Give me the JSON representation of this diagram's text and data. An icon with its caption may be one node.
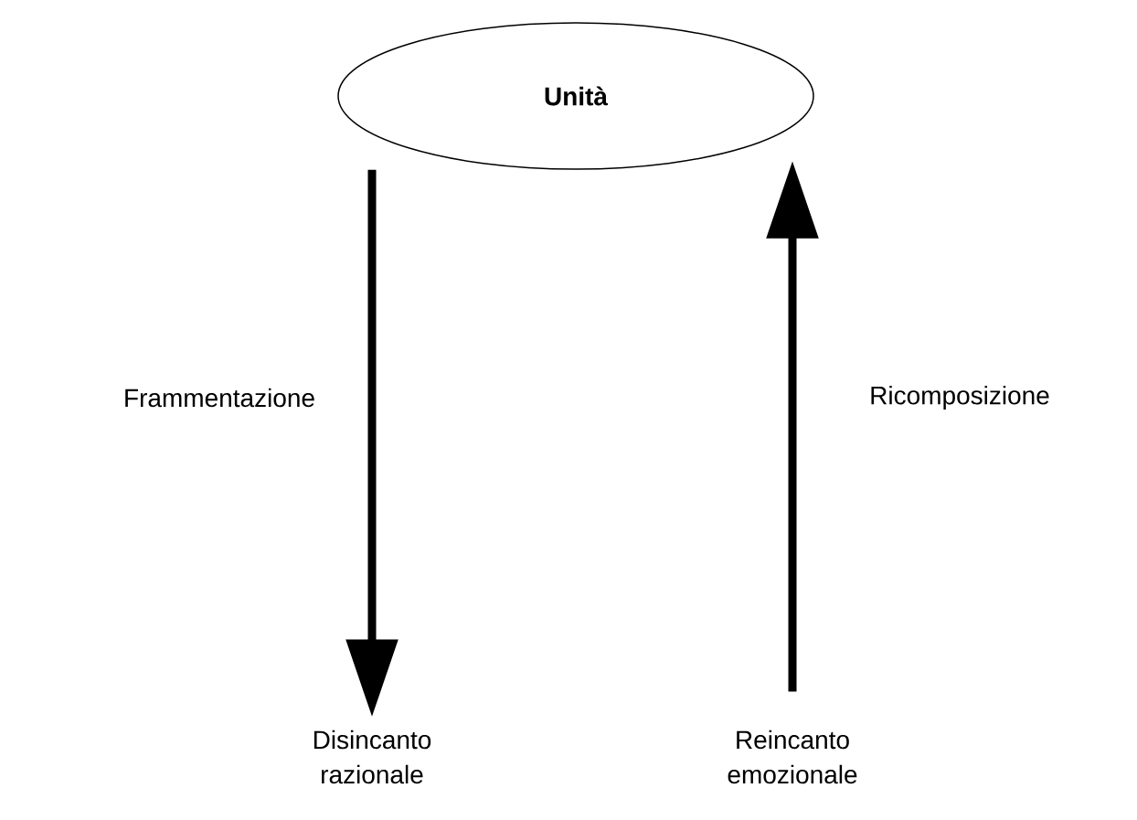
{
  "diagram": {
    "nodes": [
      {
        "text": [
          "**Unità**"
        ]
      },
      {
        "text": [
          "Disincanto razionale"
        ]
      },
      {
        "text": [
          "Reincanto emozionale"
        ]
      }
    ],
    "edges": [
      {
        "from": 0,
        "to": 1,
        "arrow": "to",
        "label": "Frammentazione"
      },
      {
        "from": 2,
        "to": 0,
        "arrow": "to",
        "label": "Ricomposizione"
      }
    ]
  }
}
